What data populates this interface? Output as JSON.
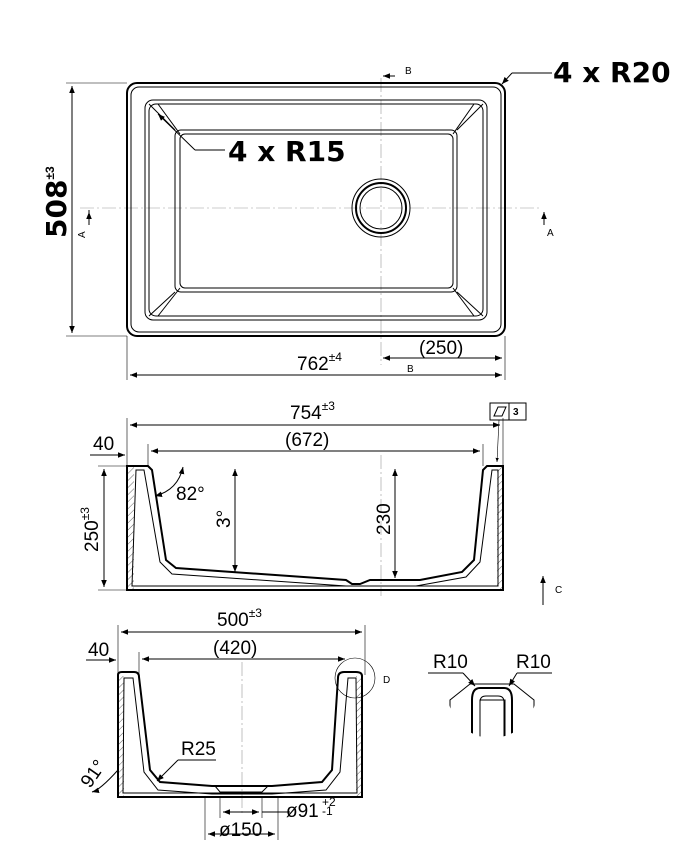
{
  "top_view": {
    "corner_outer": "4 x R20",
    "corner_inner": "4 x R15",
    "height_value": "508",
    "height_tol": "±3",
    "width_value": "762",
    "width_tol": "±4",
    "offset": "(250)",
    "section_a": "A",
    "section_b": "B"
  },
  "front_section": {
    "overall_width": "754",
    "overall_tol": "±3",
    "inner_width": "(672)",
    "wall": "40",
    "height_value": "250",
    "height_tol": "±3",
    "depth": "230",
    "angle_wall": "82°",
    "angle_slope": "3°",
    "flatness_value": "3",
    "view_c": "C"
  },
  "side_section": {
    "overall_width": "500",
    "overall_tol": "±3",
    "inner_width": "(420)",
    "wall": "40",
    "radius": "R25",
    "angle": "91°",
    "drain_outer": "ø150",
    "drain_inner": "ø91",
    "drain_tol_upper": "+2",
    "drain_tol_lower": "-1",
    "detail": "D"
  },
  "detail_d": {
    "radius_left": "R10",
    "radius_right": "R10"
  }
}
